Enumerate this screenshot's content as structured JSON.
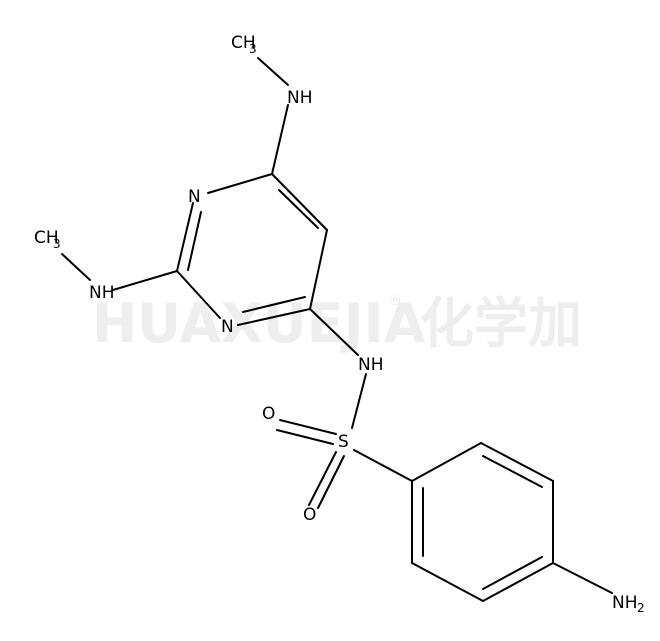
{
  "watermark": {
    "text": "HUAXUEJIA",
    "registered": "®",
    "chinese": "化学加"
  },
  "atoms": {
    "methyl_top": {
      "main": "CH",
      "sub": "3"
    },
    "nh_top": "NH",
    "n_ring_upper": "N",
    "methyl_left": {
      "main": "CH",
      "sub": "3"
    },
    "nh_left": "NH",
    "n_ring_lower": "N",
    "nh_sulfonamide": "NH",
    "o_upper": "O",
    "sulfur": "S",
    "o_lower": "O",
    "amine": {
      "main": "NH",
      "sub": "2"
    }
  }
}
